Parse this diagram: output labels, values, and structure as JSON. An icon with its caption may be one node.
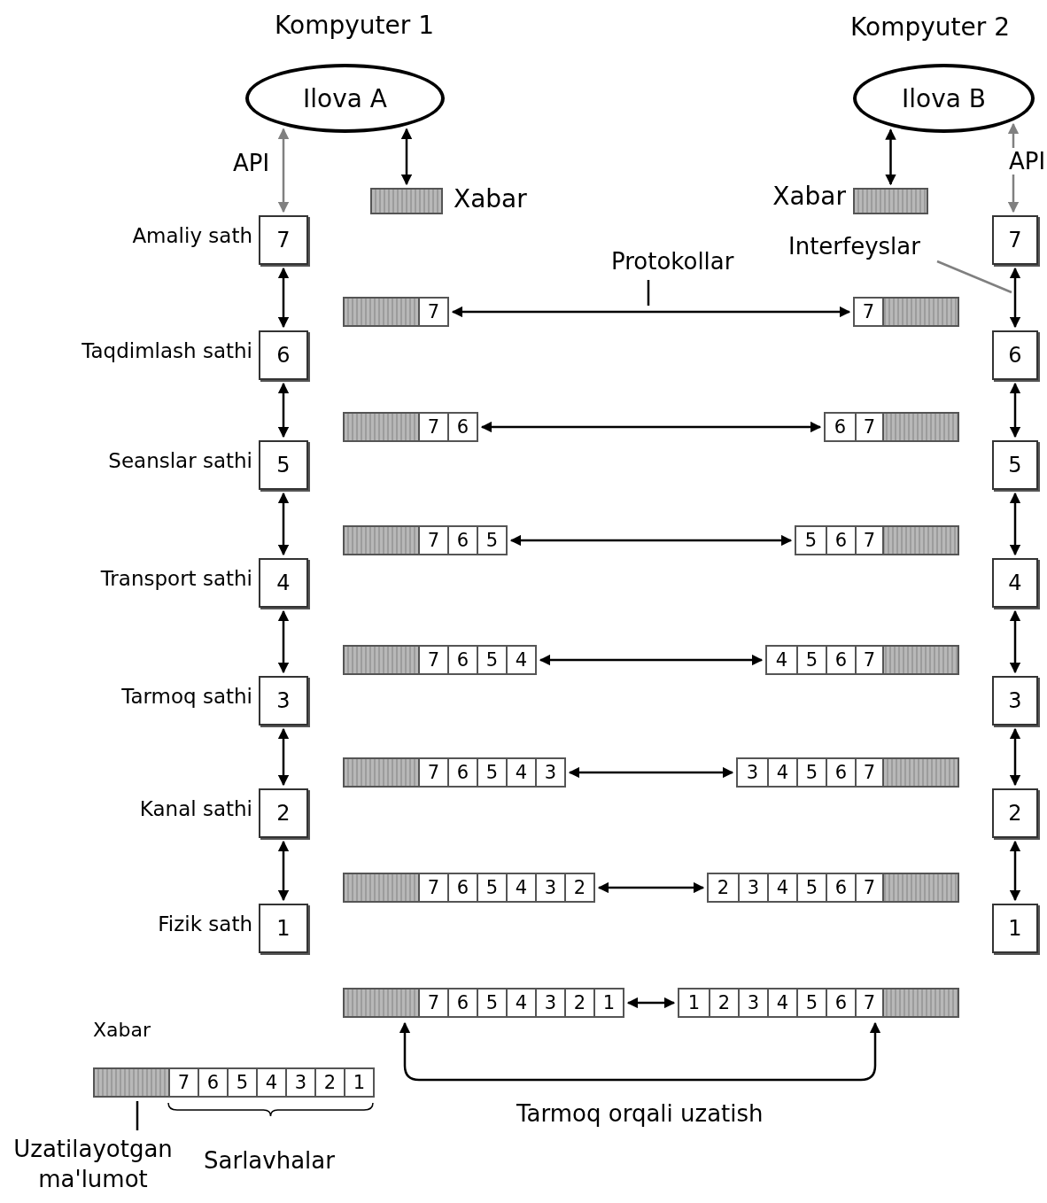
{
  "diagram": {
    "nodes": [
      {
        "text": [
          "Ilova A"
        ],
        "beside": [
          "Kompyuter 1"
        ]
      },
      {
        "text": [
          "Ilova B"
        ],
        "beside": [
          "Kompyuter 2"
        ]
      },
      {
        "text": [],
        "shape": "bar",
        "beside": [
          "Xabar"
        ]
      },
      {
        "text": [],
        "shape": "bar",
        "beside": [
          "Xabar"
        ]
      },
      {
        "text": [
          "7"
        ],
        "beside": [
          "Amaliy sath"
        ]
      },
      {
        "text": [
          "7"
        ]
      },
      {
        "text": [
          "Protokollar"
        ]
      },
      {
        "text": [
          "Interfeyslar"
        ]
      },
      {
        "text": [
          "7"
        ]
      },
      {
        "text": [
          "7"
        ]
      },
      {
        "text": [
          "6"
        ],
        "beside": [
          "Taqdimlash sathi"
        ]
      },
      {
        "text": [
          "6"
        ]
      },
      {
        "text": [
          "7",
          "6"
        ]
      },
      {
        "text": [
          "6",
          "7"
        ]
      },
      {
        "text": [
          "5"
        ],
        "beside": [
          "Seanslar sathi"
        ]
      },
      {
        "text": [
          "5"
        ]
      },
      {
        "text": [
          "7",
          "6",
          "5"
        ]
      },
      {
        "text": [
          "5",
          "6",
          "7"
        ]
      },
      {
        "text": [
          "4"
        ],
        "beside": [
          "Transport sathi"
        ]
      },
      {
        "text": [
          "4"
        ]
      },
      {
        "text": [
          "7",
          "6",
          "5",
          "4"
        ]
      },
      {
        "text": [
          "4",
          "5",
          "6",
          "7"
        ]
      },
      {
        "text": [
          "3"
        ],
        "beside": [
          "Tarmoq sathi"
        ]
      },
      {
        "text": [
          "3"
        ]
      },
      {
        "text": [
          "7",
          "6",
          "5",
          "4",
          "3"
        ]
      },
      {
        "text": [
          "3",
          "4",
          "5",
          "6",
          "7"
        ]
      },
      {
        "text": [
          "2"
        ],
        "beside": [
          "Kanal sathi"
        ]
      },
      {
        "text": [
          "2"
        ]
      },
      {
        "text": [
          "7",
          "6",
          "5",
          "4",
          "3",
          "2"
        ]
      },
      {
        "text": [
          "2",
          "3",
          "4",
          "5",
          "6",
          "7"
        ]
      },
      {
        "text": [
          "1"
        ],
        "beside": [
          "Fizik sath"
        ]
      },
      {
        "text": [
          "1"
        ]
      },
      {
        "text": [
          "7",
          "6",
          "5",
          "4",
          "3",
          "2",
          "1"
        ]
      },
      {
        "text": [
          "1",
          "2",
          "3",
          "4",
          "5",
          "6",
          "7"
        ]
      },
      {
        "text": [
          "7",
          "6",
          "5",
          "4",
          "3",
          "2",
          "1"
        ],
        "beside": [
          "Xabar"
        ]
      },
      {
        "text": [
          "Uzatilayotgan ma'lumot"
        ]
      }
    ],
    "edges": [
      {
        "from": 4,
        "to": 0,
        "arrow": "both",
        "label": "API",
        "color": "#808080"
      },
      {
        "from": 5,
        "to": 1,
        "arrow": "both",
        "label": "API",
        "color": "#808080"
      },
      {
        "from": 0,
        "to": 2,
        "arrow": "both"
      },
      {
        "from": 1,
        "to": 3,
        "arrow": "both"
      },
      {
        "from": 4,
        "to": 10,
        "arrow": "both"
      },
      {
        "from": 10,
        "to": 14,
        "arrow": "both"
      },
      {
        "from": 14,
        "to": 18,
        "arrow": "both"
      },
      {
        "from": 18,
        "to": 22,
        "arrow": "both"
      },
      {
        "from": 22,
        "to": 26,
        "arrow": "both"
      },
      {
        "from": 26,
        "to": 30,
        "arrow": "both"
      },
      {
        "from": 5,
        "to": 11,
        "arrow": "both"
      },
      {
        "from": 11,
        "to": 15,
        "arrow": "both"
      },
      {
        "from": 15,
        "to": 19,
        "arrow": "both"
      },
      {
        "from": 19,
        "to": 23,
        "arrow": "both"
      },
      {
        "from": 23,
        "to": 27,
        "arrow": "both"
      },
      {
        "from": 27,
        "to": 31,
        "arrow": "both"
      },
      {
        "from": 8,
        "to": 9,
        "arrow": "both"
      },
      {
        "from": 12,
        "to": 13,
        "arrow": "both"
      },
      {
        "from": 16,
        "to": 17,
        "arrow": "both"
      },
      {
        "from": 20,
        "to": 21,
        "arrow": "both"
      },
      {
        "from": 24,
        "to": 25,
        "arrow": "both"
      },
      {
        "from": 28,
        "to": 29,
        "arrow": "both"
      },
      {
        "from": 32,
        "to": 33,
        "arrow": "both"
      },
      {
        "from": 32,
        "to": 33,
        "arrow": "both",
        "label": "Tarmoq orqali uzatish"
      },
      {
        "from": 6,
        "to": null,
        "arrow": "none"
      },
      {
        "from": 7,
        "to": null,
        "arrow": "none",
        "color": "#808080"
      },
      {
        "from": 35,
        "to": 34,
        "arrow": "none"
      }
    ],
    "labels": [
      "Sarlavhalar"
    ]
  }
}
